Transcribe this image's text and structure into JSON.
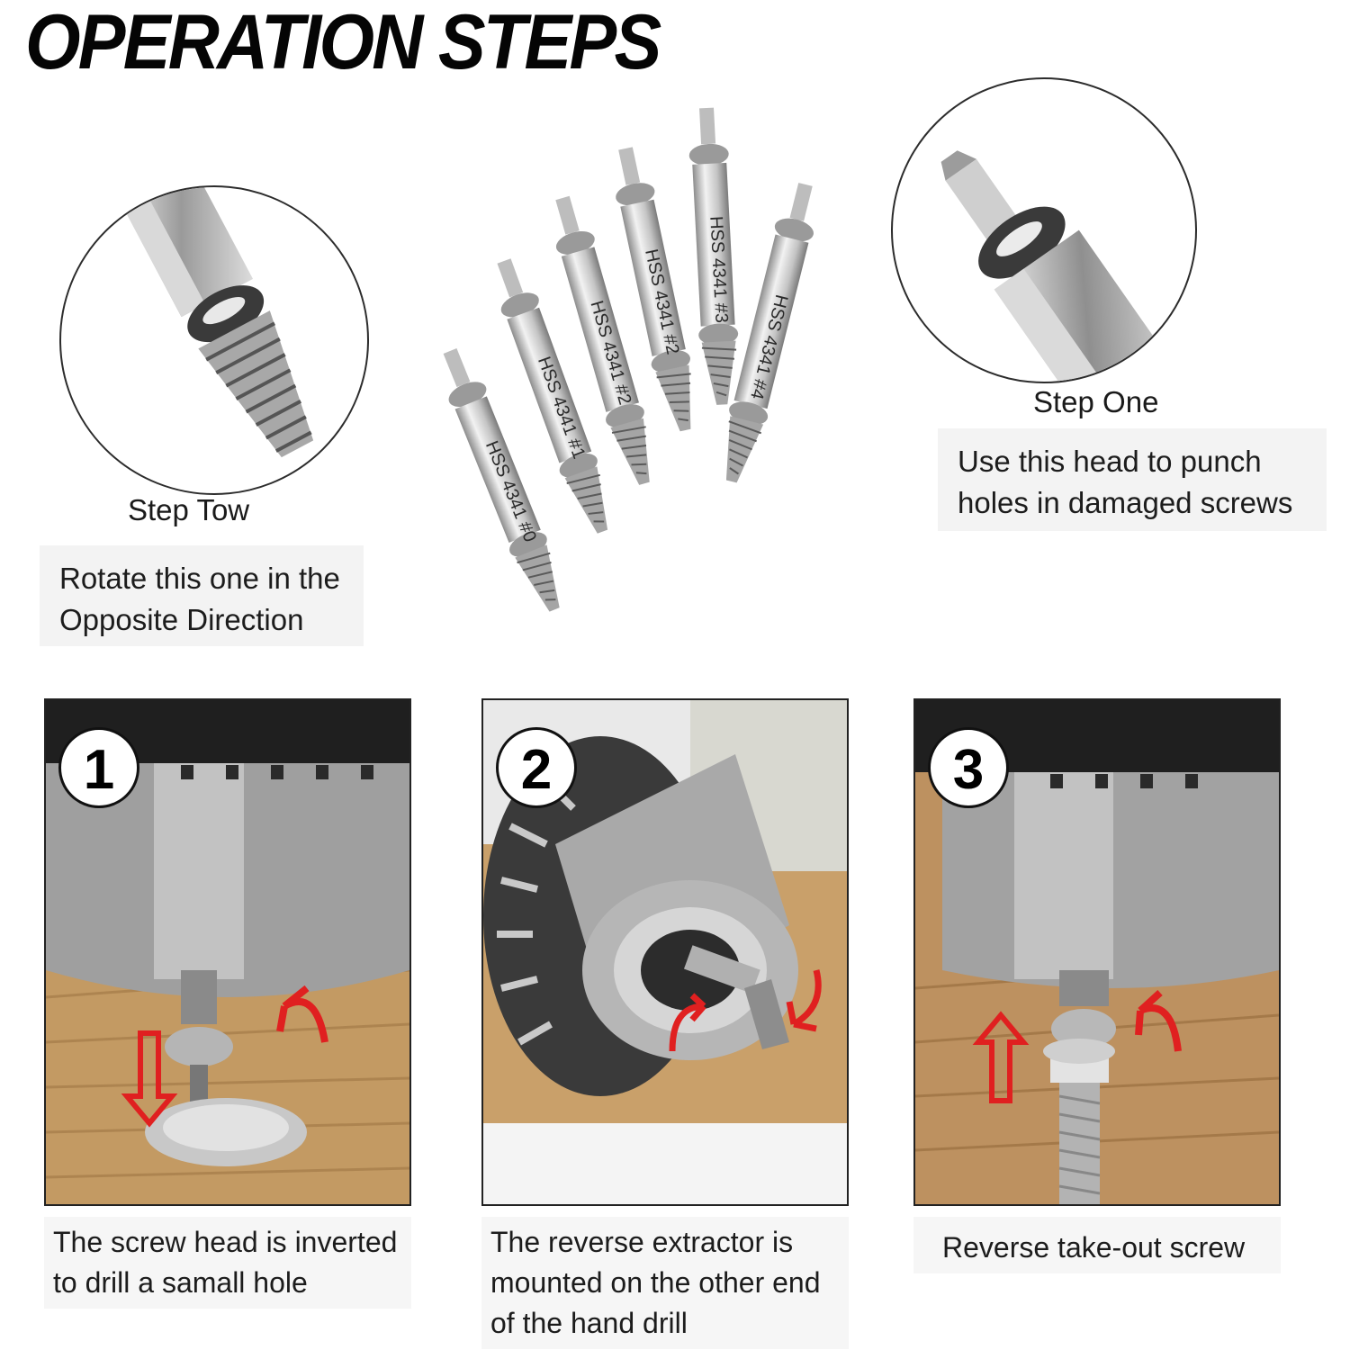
{
  "title": "OPERATION STEPS",
  "bits": [
    {
      "label": "HSS 4341 #0"
    },
    {
      "label": "HSS 4341 #1"
    },
    {
      "label": "HSS 4341 #2"
    },
    {
      "label": "HSS 4341 #2"
    },
    {
      "label": "HSS 4341 #3"
    },
    {
      "label": "HSS 4341 #4"
    }
  ],
  "step_one": {
    "label": "Step One",
    "note_line1": "Use this head to punch",
    "note_line2": "holes in damaged screws"
  },
  "step_two": {
    "label": "Step Tow",
    "note_line1": "Rotate this one in the",
    "note_line2": "Opposite Direction"
  },
  "panels": [
    {
      "number": "1",
      "caption_line1": "The screw head is inverted",
      "caption_line2": "to drill a samall hole",
      "caption_line3": ""
    },
    {
      "number": "2",
      "caption_line1": "The reverse extractor is",
      "caption_line2": "mounted on the other end",
      "caption_line3": "of the hand drill"
    },
    {
      "number": "3",
      "caption_line1": "Reverse take-out screw",
      "caption_line2": "",
      "caption_line3": ""
    }
  ],
  "colors": {
    "arrow": "#e02020",
    "wood": "#c9a06a",
    "steel": "#b8b8b8"
  }
}
